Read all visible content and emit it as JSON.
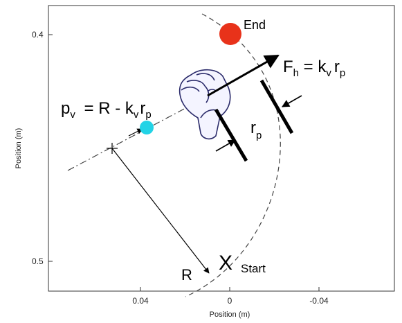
{
  "axes": {
    "xlabel": "Position (m)",
    "ylabel": "Position (m)",
    "x_ticks": [
      "0.04",
      "0",
      "-0.04"
    ],
    "y_ticks": [
      "0.4",
      "0.5"
    ]
  },
  "labels": {
    "end": "End",
    "start": "Start",
    "start_marker": "X",
    "radius": "R",
    "force": {
      "main": "F",
      "sub": "h",
      "eq": " = k",
      "v": "v",
      "r": "r",
      "p": "p"
    },
    "position": {
      "main": "p",
      "sub": "v",
      "eq": " = R - k",
      "v": "v",
      "r": "r",
      "p": "p"
    },
    "rp": {
      "main": "r",
      "sub": "p"
    }
  },
  "colors": {
    "end_target": "#e8321a",
    "virtual_point": "#22d3e6",
    "line": "#000000"
  },
  "icons": {
    "hand": "fist-hand-icon",
    "center": "plus-marker-icon"
  }
}
